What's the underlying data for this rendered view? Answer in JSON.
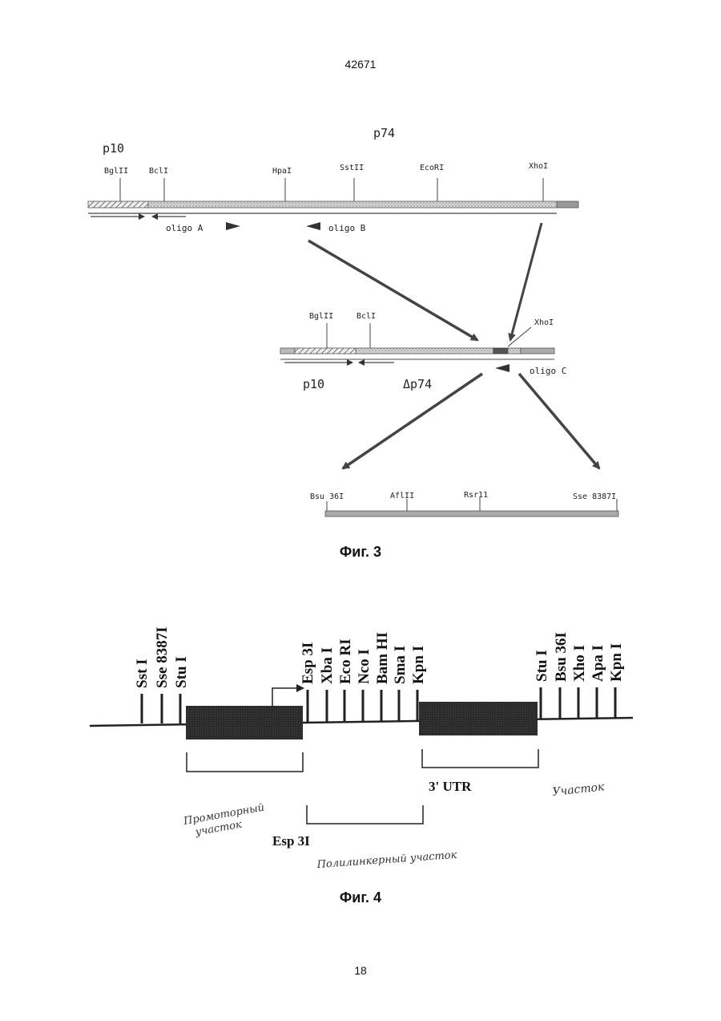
{
  "header": {
    "doc_number": "42671",
    "page_number": "18"
  },
  "fig3": {
    "caption": "Фиг. 3",
    "top": {
      "label_p10": "p10",
      "label_p74": "p74",
      "sites": [
        "BglII",
        "BclI",
        "HpaI",
        "SstII",
        "EcoRI",
        "XhoI"
      ],
      "oligo_a": "oligo A",
      "oligo_b": "oligo B"
    },
    "middle": {
      "sites": [
        "BglII",
        "BclI",
        "XhoI"
      ],
      "label_p10": "p10",
      "label_dp74": "Δp74",
      "oligo_c": "oligo C"
    },
    "bottom": {
      "sites": [
        "Bsu 36I",
        "AflII",
        "Rsr11",
        "Sse 8387I"
      ]
    }
  },
  "fig4": {
    "caption": "Фиг. 4",
    "left_sites": [
      "Sst I",
      "Sse 8387I",
      "Stu I"
    ],
    "mid_sites": [
      "Esp 3I",
      "Xba I",
      "Eco RI",
      "Nco I",
      "Bam HI",
      "Sma I",
      "Kpn I"
    ],
    "right_sites": [
      "Stu I",
      "Bsu 36I",
      "Xho I",
      "Apa I",
      "Kpn I"
    ],
    "utr_label": "3' UTR",
    "esp_label": "Esp 3I",
    "hand_promoter": "Промоторный участок",
    "hand_uchastok": "Участок",
    "hand_polylinker": "Полилинкерный участок"
  }
}
